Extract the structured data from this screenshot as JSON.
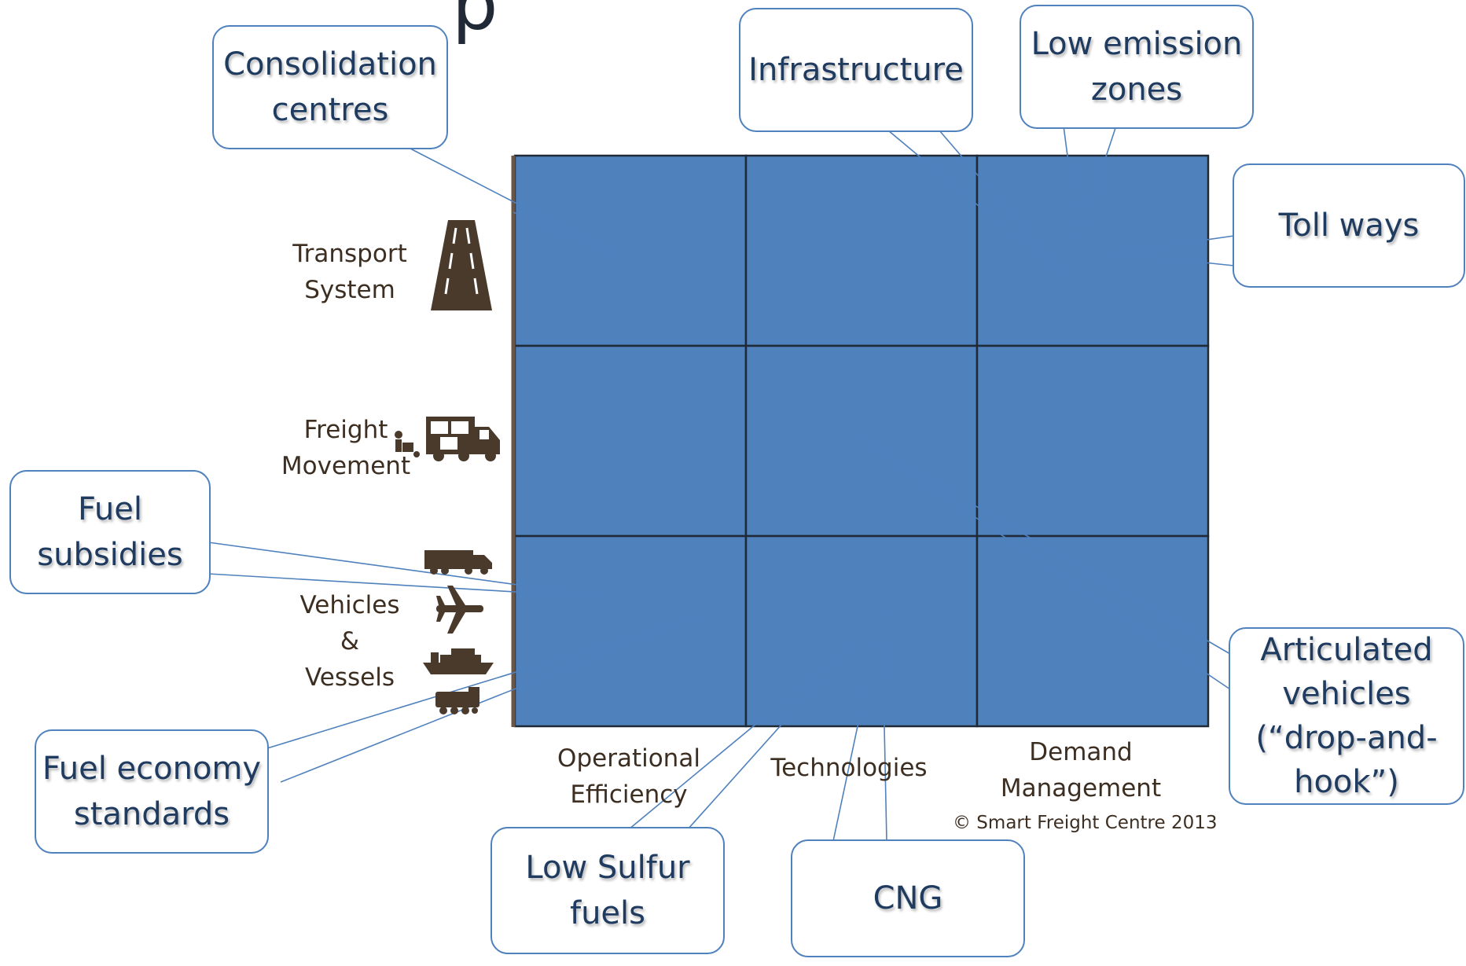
{
  "title": "p",
  "grid": {
    "rows": [
      "Transport\nSystem",
      "Freight\nMovement",
      "Vehicles\n&\nVessels"
    ],
    "columns": [
      "Operational\nEfficiency",
      "Technologies",
      "Demand\nManagement"
    ]
  },
  "copyright": "© Smart Freight Centre 2013",
  "callouts": {
    "consolidation": "Consolidation\ncentres",
    "infrastructure": "Infrastructure",
    "low_emission": "Low emission\nzones",
    "toll_ways": "Toll ways",
    "fuel_subsidies": "Fuel\nsubsidies",
    "fuel_economy": "Fuel economy\nstandards",
    "low_sulfur": "Low Sulfur\nfuels",
    "cng": "CNG",
    "articulated": "Articulated\nvehicles\n(“drop-and-\nhook”)"
  },
  "colors": {
    "cell": "#4f81bd",
    "callout_border": "#4f81bd",
    "callout_text": "#1f3b60",
    "axis_text": "#3d2e22",
    "icons": "#4a3a2c"
  },
  "icons": [
    "road-icon",
    "delivery-truck-icon",
    "truck-icon",
    "airplane-icon",
    "ship-icon",
    "train-icon"
  ]
}
